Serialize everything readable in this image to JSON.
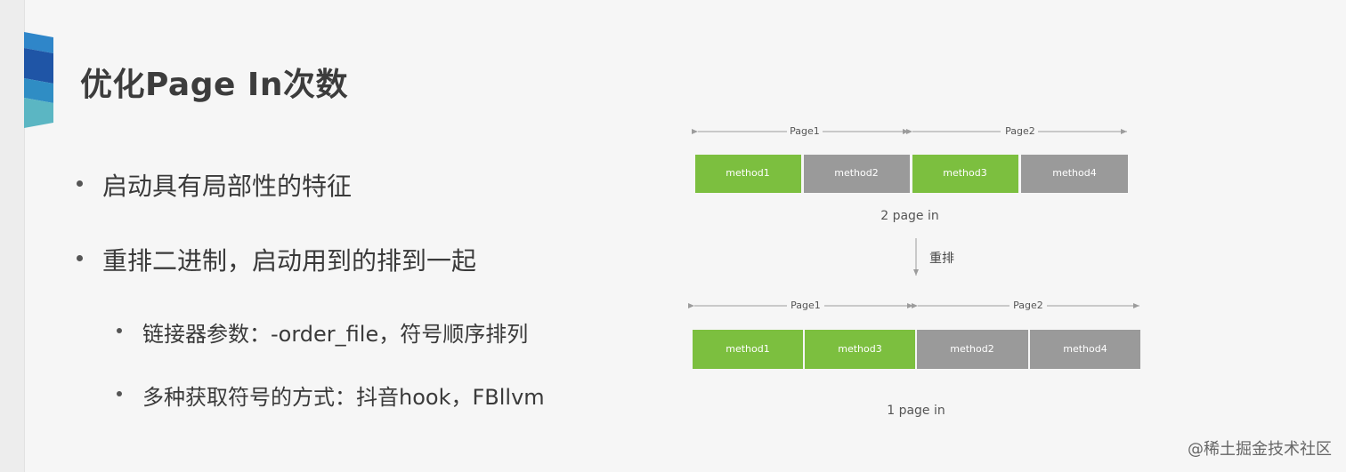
{
  "slide": {
    "title": "优化Page In次数",
    "bullets": [
      "启动具有局部性的特征",
      "重排二进制，启动用到的排到一起"
    ],
    "sub_bullets": [
      "链接器参数：-order_file，符号顺序排列",
      "多种获取符号的方式：抖音hook，FBllvm"
    ]
  },
  "diagram": {
    "colors": {
      "hot": "#7cbf3f",
      "cold": "#9a9a9a",
      "line": "#9c9c9c",
      "label": "#555555"
    },
    "before": {
      "pages": [
        "Page1",
        "Page2"
      ],
      "methods": [
        {
          "label": "method1",
          "kind": "hot"
        },
        {
          "label": "method2",
          "kind": "cold"
        },
        {
          "label": "method3",
          "kind": "hot"
        },
        {
          "label": "method4",
          "kind": "cold"
        }
      ],
      "caption": "2 page in"
    },
    "arrow_label": "重排",
    "after": {
      "pages": [
        "Page1",
        "Page2"
      ],
      "methods": [
        {
          "label": "method1",
          "kind": "hot"
        },
        {
          "label": "method3",
          "kind": "hot"
        },
        {
          "label": "method2",
          "kind": "cold"
        },
        {
          "label": "method4",
          "kind": "cold"
        }
      ],
      "caption": "1 page in"
    }
  },
  "watermark": "@稀土掘金技术社区"
}
